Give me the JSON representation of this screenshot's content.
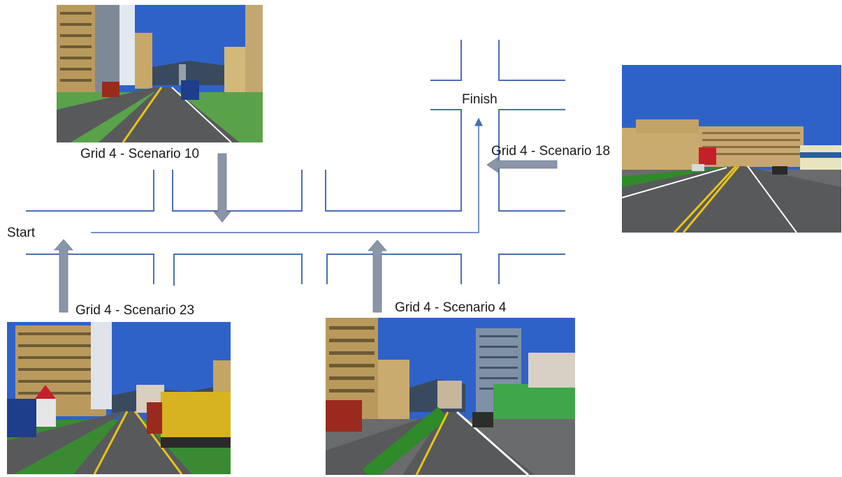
{
  "labels": {
    "start": "Start",
    "finish": "Finish"
  },
  "scenarios": [
    {
      "caption": "Grid 4 - Scenario 10"
    },
    {
      "caption": "Grid 4 - Scenario 18"
    },
    {
      "caption": "Grid 4 - Scenario 23"
    },
    {
      "caption": "Grid 4 - Scenario 4"
    }
  ],
  "colors": {
    "road_lines": "#4a6fb5",
    "route": "#4a6fb5",
    "arrows": "#8a95a8",
    "sky": "#2f62c8",
    "asphalt": "#58595b",
    "grass": "#2f8a2a",
    "building": "#b99a5c"
  }
}
